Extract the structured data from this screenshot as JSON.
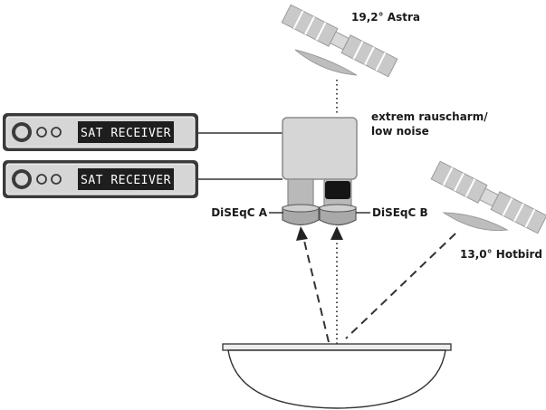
{
  "satellites": {
    "astra": {
      "label": "19,2° Astra"
    },
    "hotbird": {
      "label": "13,0° Hotbird"
    }
  },
  "lnb": {
    "note_line1": "extrem rauscharm/",
    "note_line2": "low noise",
    "port_a": "DiSEqC A",
    "port_b": "DiSEqC B"
  },
  "receivers": [
    {
      "display": "SAT RECEIVER"
    },
    {
      "display": "SAT RECEIVER"
    }
  ],
  "colors": {
    "panel_dark": "#3a3a3a",
    "lcd": "#1e1e1e",
    "gray_light": "#d6d6d6",
    "gray_mid": "#a9a9a9",
    "cap_black": "#151515",
    "line": "#333333"
  }
}
